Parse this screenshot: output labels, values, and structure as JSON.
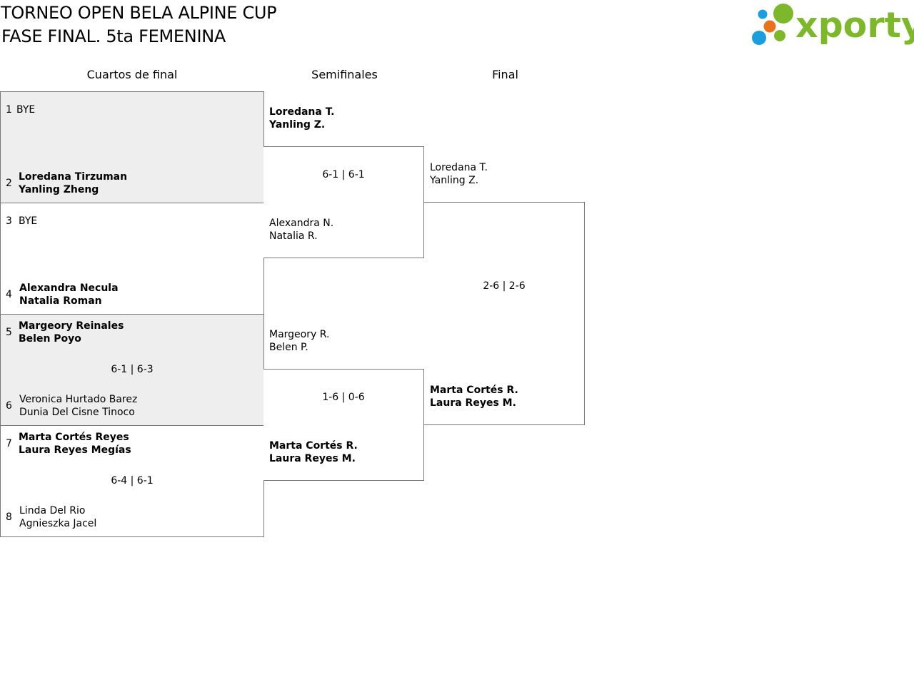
{
  "header": {
    "title_line1": "TORNEO OPEN BELA ALPINE CUP",
    "title_line2": "FASE FINAL. 5ta FEMENINA"
  },
  "logo": {
    "text": "xporty",
    "colors": {
      "green": "#7cb82a",
      "orange": "#e8731c",
      "blue": "#1a9ee0"
    }
  },
  "rounds": {
    "quarterfinals": "Cuartos de final",
    "semifinals": "Semifinales",
    "final": "Final"
  },
  "quarterfinals": {
    "m1": {
      "seed_a": "1",
      "team_a": "BYE",
      "seed_b": "2",
      "team_b_p1": "Loredana Tirzuman",
      "team_b_p2": "Yanling Zheng"
    },
    "m2": {
      "seed_a": "3",
      "team_a": "BYE",
      "seed_b": "4",
      "team_b_p1": "Alexandra Necula",
      "team_b_p2": "Natalia Roman"
    },
    "m3": {
      "seed_a": "5",
      "team_a_p1": "Margeory Reinales",
      "team_a_p2": "Belen Poyo",
      "score": "6-1 | 6-3",
      "seed_b": "6",
      "team_b_p1": "Veronica Hurtado Barez",
      "team_b_p2": "Dunia Del Cisne Tinoco"
    },
    "m4": {
      "seed_a": "7",
      "team_a_p1": "Marta Cortés Reyes",
      "team_a_p2": "Laura Reyes Megías",
      "score": "6-4 | 6-1",
      "seed_b": "8",
      "team_b_p1": "Linda Del Rio",
      "team_b_p2": "Agnieszka Jacel"
    }
  },
  "semifinals": {
    "m1": {
      "team_a_p1": "Loredana T.",
      "team_a_p2": "Yanling Z.",
      "score": "6-1 | 6-1",
      "team_b_p1": "Alexandra N.",
      "team_b_p2": "Natalia R."
    },
    "m2": {
      "team_a_p1": "Margeory R.",
      "team_a_p2": "Belen P.",
      "score": "1-6 | 0-6",
      "team_b_p1": "Marta Cortés R.",
      "team_b_p2": "Laura Reyes M."
    }
  },
  "final": {
    "team_a_p1": "Loredana T.",
    "team_a_p2": "Yanling Z.",
    "score": "2-6 | 2-6",
    "team_b_p1": "Marta Cortés R.",
    "team_b_p2": "Laura Reyes M."
  }
}
